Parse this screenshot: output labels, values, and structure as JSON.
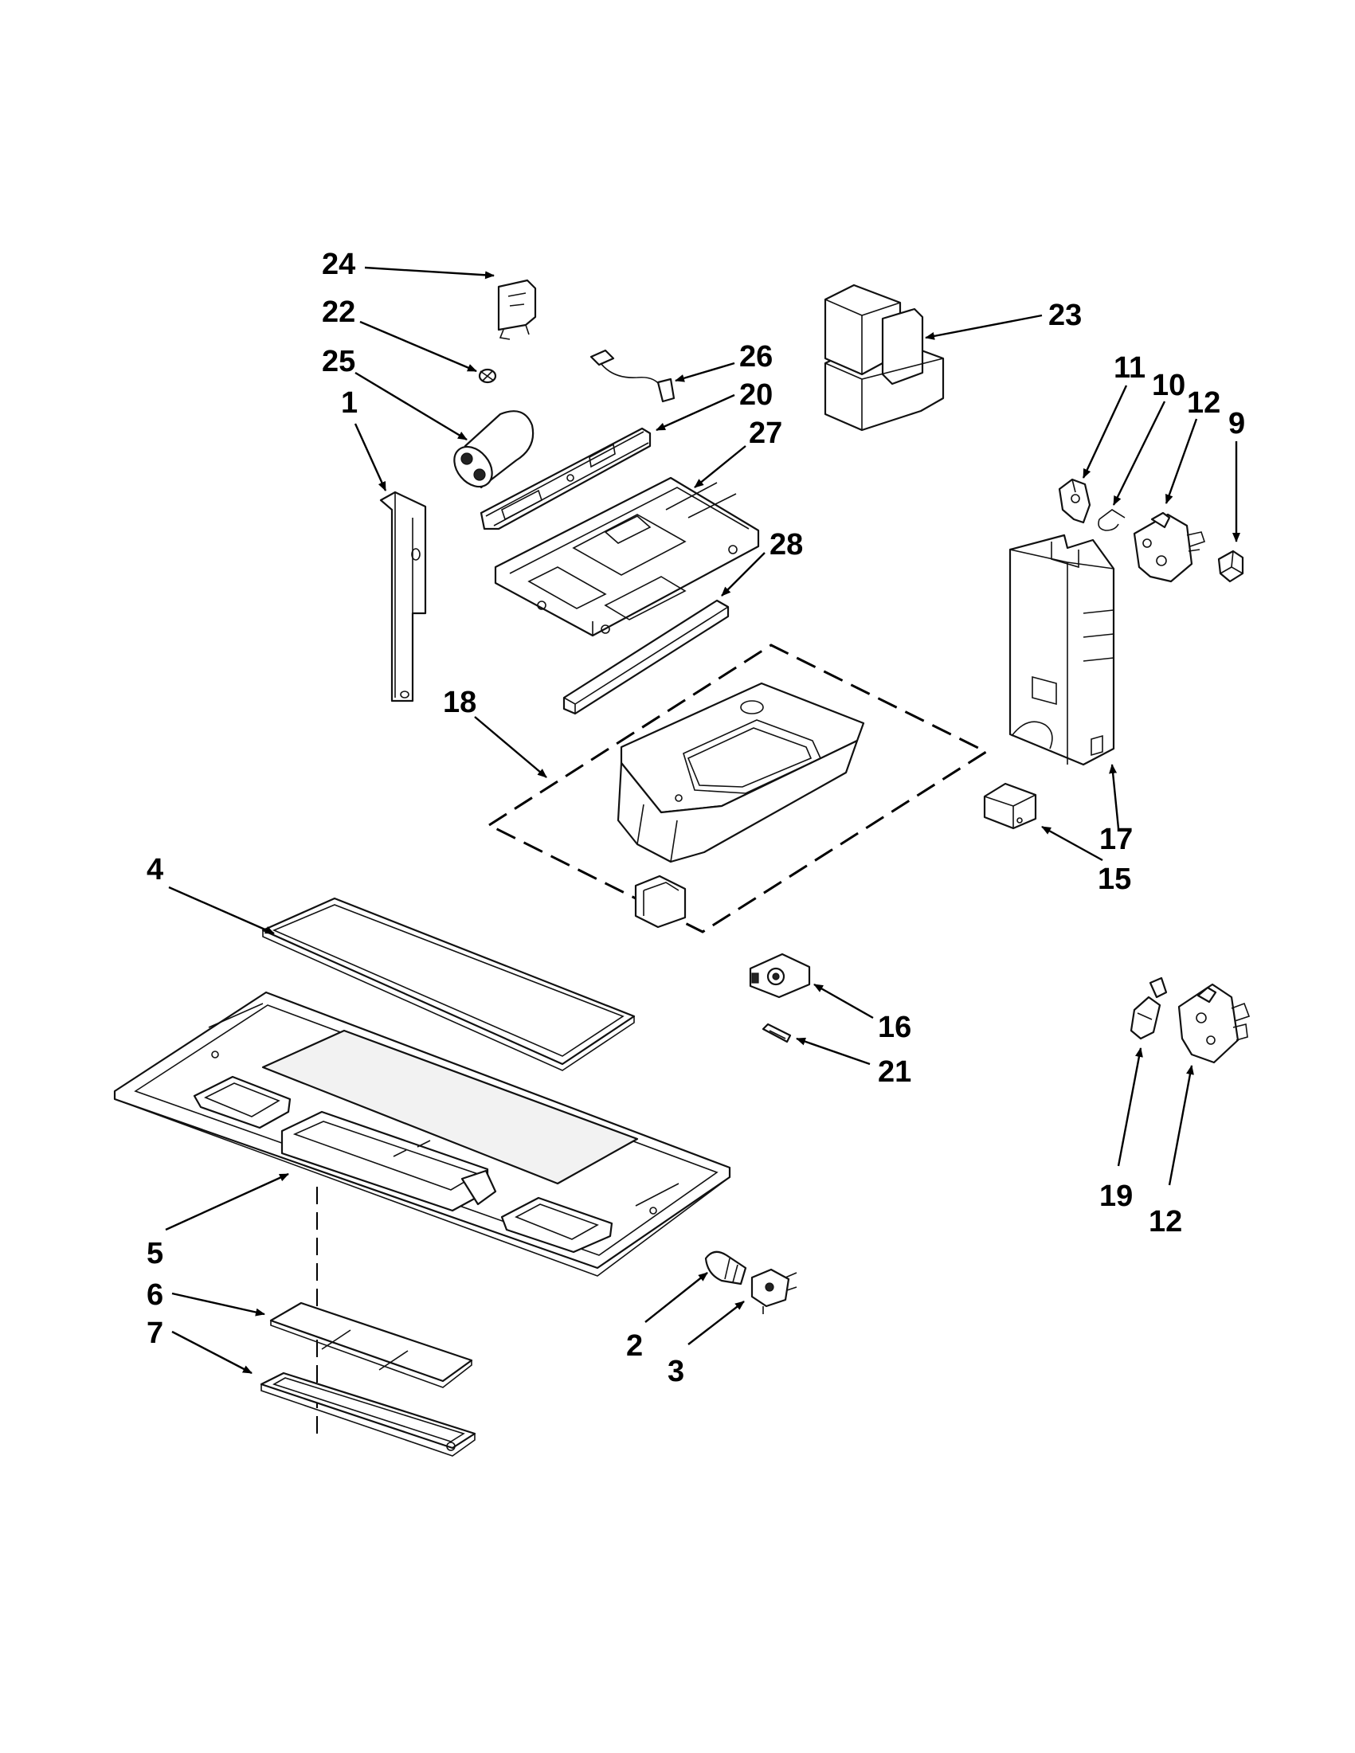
{
  "callouts": [
    {
      "id": "c1",
      "label": "1"
    },
    {
      "id": "c2",
      "label": "2"
    },
    {
      "id": "c3",
      "label": "3"
    },
    {
      "id": "c4",
      "label": "4"
    },
    {
      "id": "c5",
      "label": "5"
    },
    {
      "id": "c6",
      "label": "6"
    },
    {
      "id": "c7",
      "label": "7"
    },
    {
      "id": "c9",
      "label": "9"
    },
    {
      "id": "c10",
      "label": "10"
    },
    {
      "id": "c11",
      "label": "11"
    },
    {
      "id": "c12a",
      "label": "12"
    },
    {
      "id": "c12b",
      "label": "12"
    },
    {
      "id": "c15",
      "label": "15"
    },
    {
      "id": "c16",
      "label": "16"
    },
    {
      "id": "c17",
      "label": "17"
    },
    {
      "id": "c18",
      "label": "18"
    },
    {
      "id": "c19",
      "label": "19"
    },
    {
      "id": "c20",
      "label": "20"
    },
    {
      "id": "c21",
      "label": "21"
    },
    {
      "id": "c22",
      "label": "22"
    },
    {
      "id": "c23",
      "label": "23"
    },
    {
      "id": "c24",
      "label": "24"
    },
    {
      "id": "c25",
      "label": "25"
    },
    {
      "id": "c26",
      "label": "26"
    },
    {
      "id": "c27",
      "label": "27"
    },
    {
      "id": "c28",
      "label": "28"
    }
  ],
  "colors": {
    "ink": "#111111",
    "paper": "#ffffff"
  }
}
